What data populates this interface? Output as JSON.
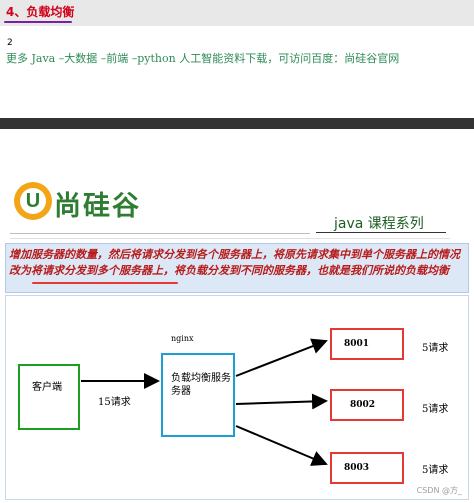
{
  "header": {
    "title": "4、负载均衡"
  },
  "content": {
    "number": "2",
    "promo": "更多 Java –大数据 –前端 –python 人工智能资料下载，可访问百度：尚硅谷官网"
  },
  "slide": {
    "logo_letter": "U",
    "logo_text": "尚硅谷",
    "tagline": "java 课程系列",
    "note": "增加服务器的数量，然后将请求分发到各个服务器上，将原先请求集中到单个服务器上的情况改为将请求分发到多个服务器上，将负载分发到不同的服务器，也就是我们所说的负载均衡"
  },
  "diagram": {
    "client_label": "客户端",
    "client_requests": "15请求",
    "nginx_label": "nginx",
    "balancer_label_line1": "负载均衡服务",
    "balancer_label_line2": "务器",
    "servers": [
      {
        "name": "8001",
        "requests": "5请求"
      },
      {
        "name": "8002",
        "requests": "5请求"
      },
      {
        "name": "8003",
        "requests": "5请求"
      }
    ]
  },
  "watermark": "CSDN @方_",
  "colors": {
    "header_bg": "#e8e8e8",
    "header_text": "#d0021b",
    "promo_text": "#2e8b57",
    "note_bg": "#dde8f6",
    "note_text": "#b71c1c",
    "client_border": "#1e9e1e",
    "balancer_border": "#1e9ed6",
    "server_border": "#e53935"
  }
}
